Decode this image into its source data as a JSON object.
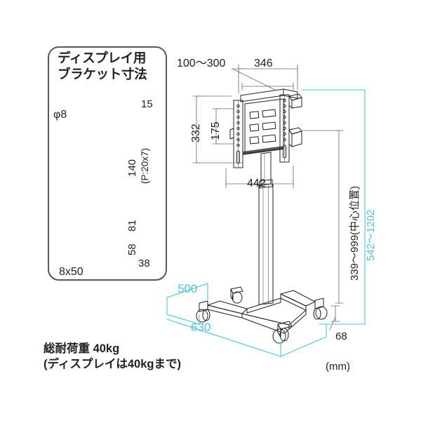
{
  "figure": {
    "unit_label": "(mm)",
    "load_note_line1": "総耐荷重 40kg",
    "load_note_line2": "(ディスプレイは40kgまで)"
  },
  "inset_panel": {
    "title_line1": "ディスプレイ用",
    "title_line2": "ブラケット寸法",
    "labels": {
      "hole_dia": "φ8",
      "top_edge": "15",
      "pitch_total": "140",
      "pitch_spec": "(P:20x7)",
      "dim_81": "81",
      "dim_58": "58",
      "dim_38": "38",
      "slot_size": "8x50"
    }
  },
  "main_drawing": {
    "labels": {
      "tilt_range": "100〜300",
      "bracket_width": "346",
      "height_332": "332",
      "height_175": "175",
      "width_442": "442",
      "center_height_range": "339〜999(中心位置)",
      "total_height_range": "542〜1202",
      "base_depth": "500",
      "base_width": "630",
      "base_thickness": "68"
    }
  },
  "colors": {
    "line": "#231f20",
    "panel_border": "#58585a",
    "accent_cyan": "#4ec3e0",
    "thin_gray": "#6d6e71",
    "background": "#ffffff"
  }
}
